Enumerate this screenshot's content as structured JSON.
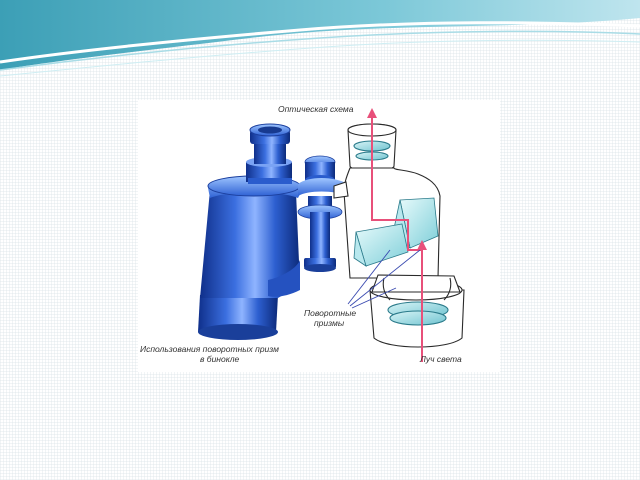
{
  "labels": {
    "optical_scheme": "Оптическая схема",
    "rotating_prisms_line1": "Поворотные",
    "rotating_prisms_line2": "призмы",
    "caption_line1": "Использования поворотных призм",
    "caption_line2": "в бинокле",
    "light_ray": "Луч света"
  },
  "colors": {
    "accent_teal": "#5fb8cc",
    "binocular_blue": "#1f4fb8",
    "ray_pink": "#e8507a",
    "prism_cyan": "#8fd6df",
    "leader_line": "#3a4ab0"
  }
}
